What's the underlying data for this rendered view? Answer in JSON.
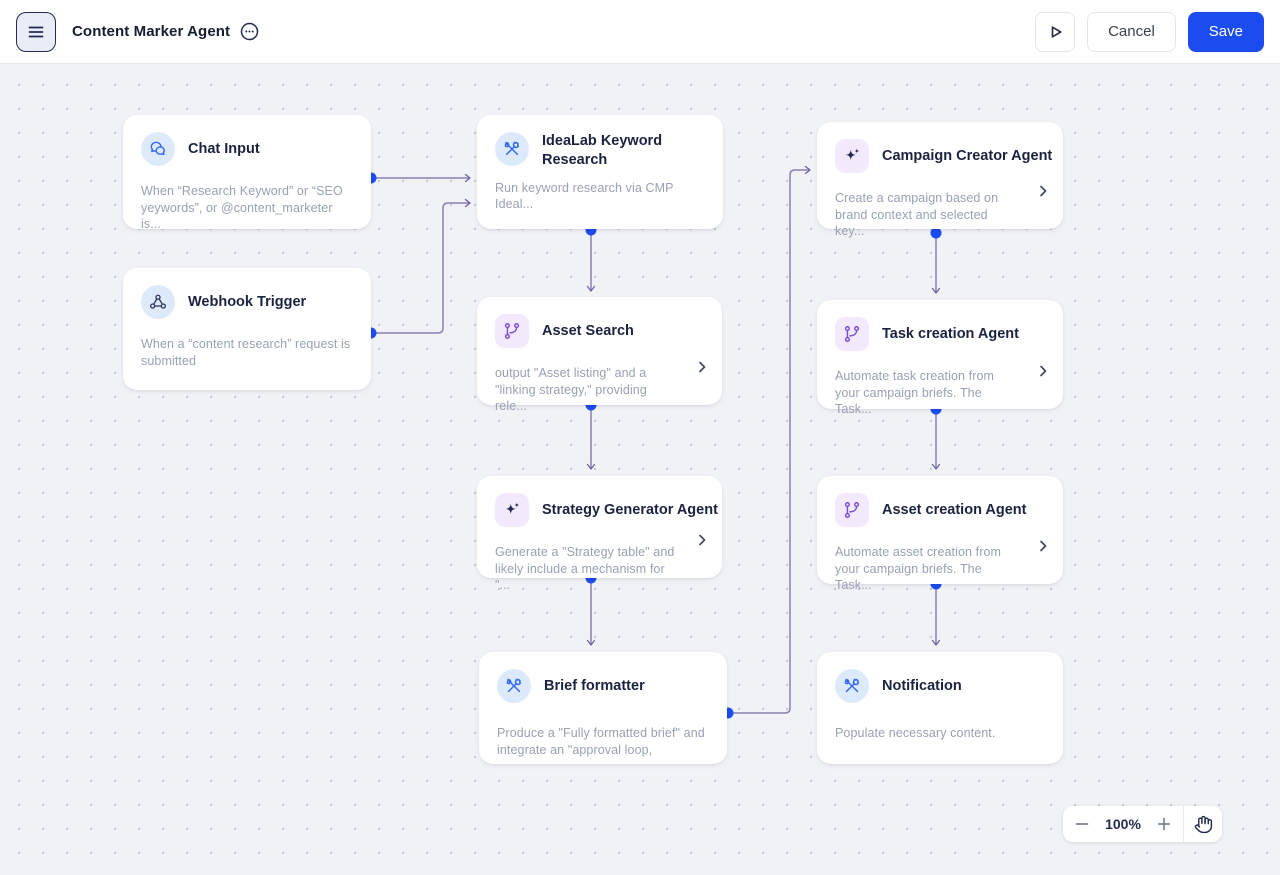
{
  "header": {
    "title": "Content Marker Agent",
    "cancel_label": "Cancel",
    "save_label": "Save"
  },
  "colors": {
    "accent_blue": "#1b4cf0",
    "port_blue": "#1d4df2",
    "edge_purple": "#8b7fb4",
    "icon_blue": "#2f66f5",
    "icon_blue_bg": "#ddeafc",
    "icon_purple": "#7c4bdb",
    "icon_purple_bg": "#f3e9fc",
    "icon_navy": "#232c4e",
    "canvas_bg": "#f0f2f6"
  },
  "nodes": [
    {
      "title": "Chat Input",
      "description": "When “Research Keyword” or “SEO yeywords”, or @content_marketer is...",
      "icon": "chat-icon"
    },
    {
      "title": "Webhook Trigger",
      "description": "When a “content research” request is submitted",
      "icon": "webhook-icon"
    },
    {
      "title": "IdeaLab Keyword Research",
      "description": "Run keyword research via CMP Ideal...",
      "icon": "tools-icon"
    },
    {
      "title": "Asset Search",
      "description": "output \"Asset listing\" and a \"linking strategy,\" providing rele...",
      "icon": "git-branch-icon"
    },
    {
      "title": "Strategy Generator Agent",
      "description": "Generate a \"Strategy table\" and likely include a mechanism for \"...",
      "icon": "sparkles-icon"
    },
    {
      "title": "Brief formatter",
      "description": "Produce a \"Fully formatted brief\" and integrate an \"approval loop,",
      "icon": "tools-icon"
    },
    {
      "title": "Campaign Creator Agent",
      "description": "Create a campaign based on brand context and selected key...",
      "icon": "sparkles-icon"
    },
    {
      "title": "Task creation Agent",
      "description": "Automate task creation from your campaign briefs. The Task...",
      "icon": "git-branch-icon"
    },
    {
      "title": "Asset creation Agent",
      "description": "Automate asset creation from your campaign briefs. The Task...",
      "icon": "git-branch-icon"
    },
    {
      "title": "Notification",
      "description": "Populate necessary content.",
      "icon": "tools-icon"
    }
  ],
  "zoom": {
    "level": "100%"
  }
}
